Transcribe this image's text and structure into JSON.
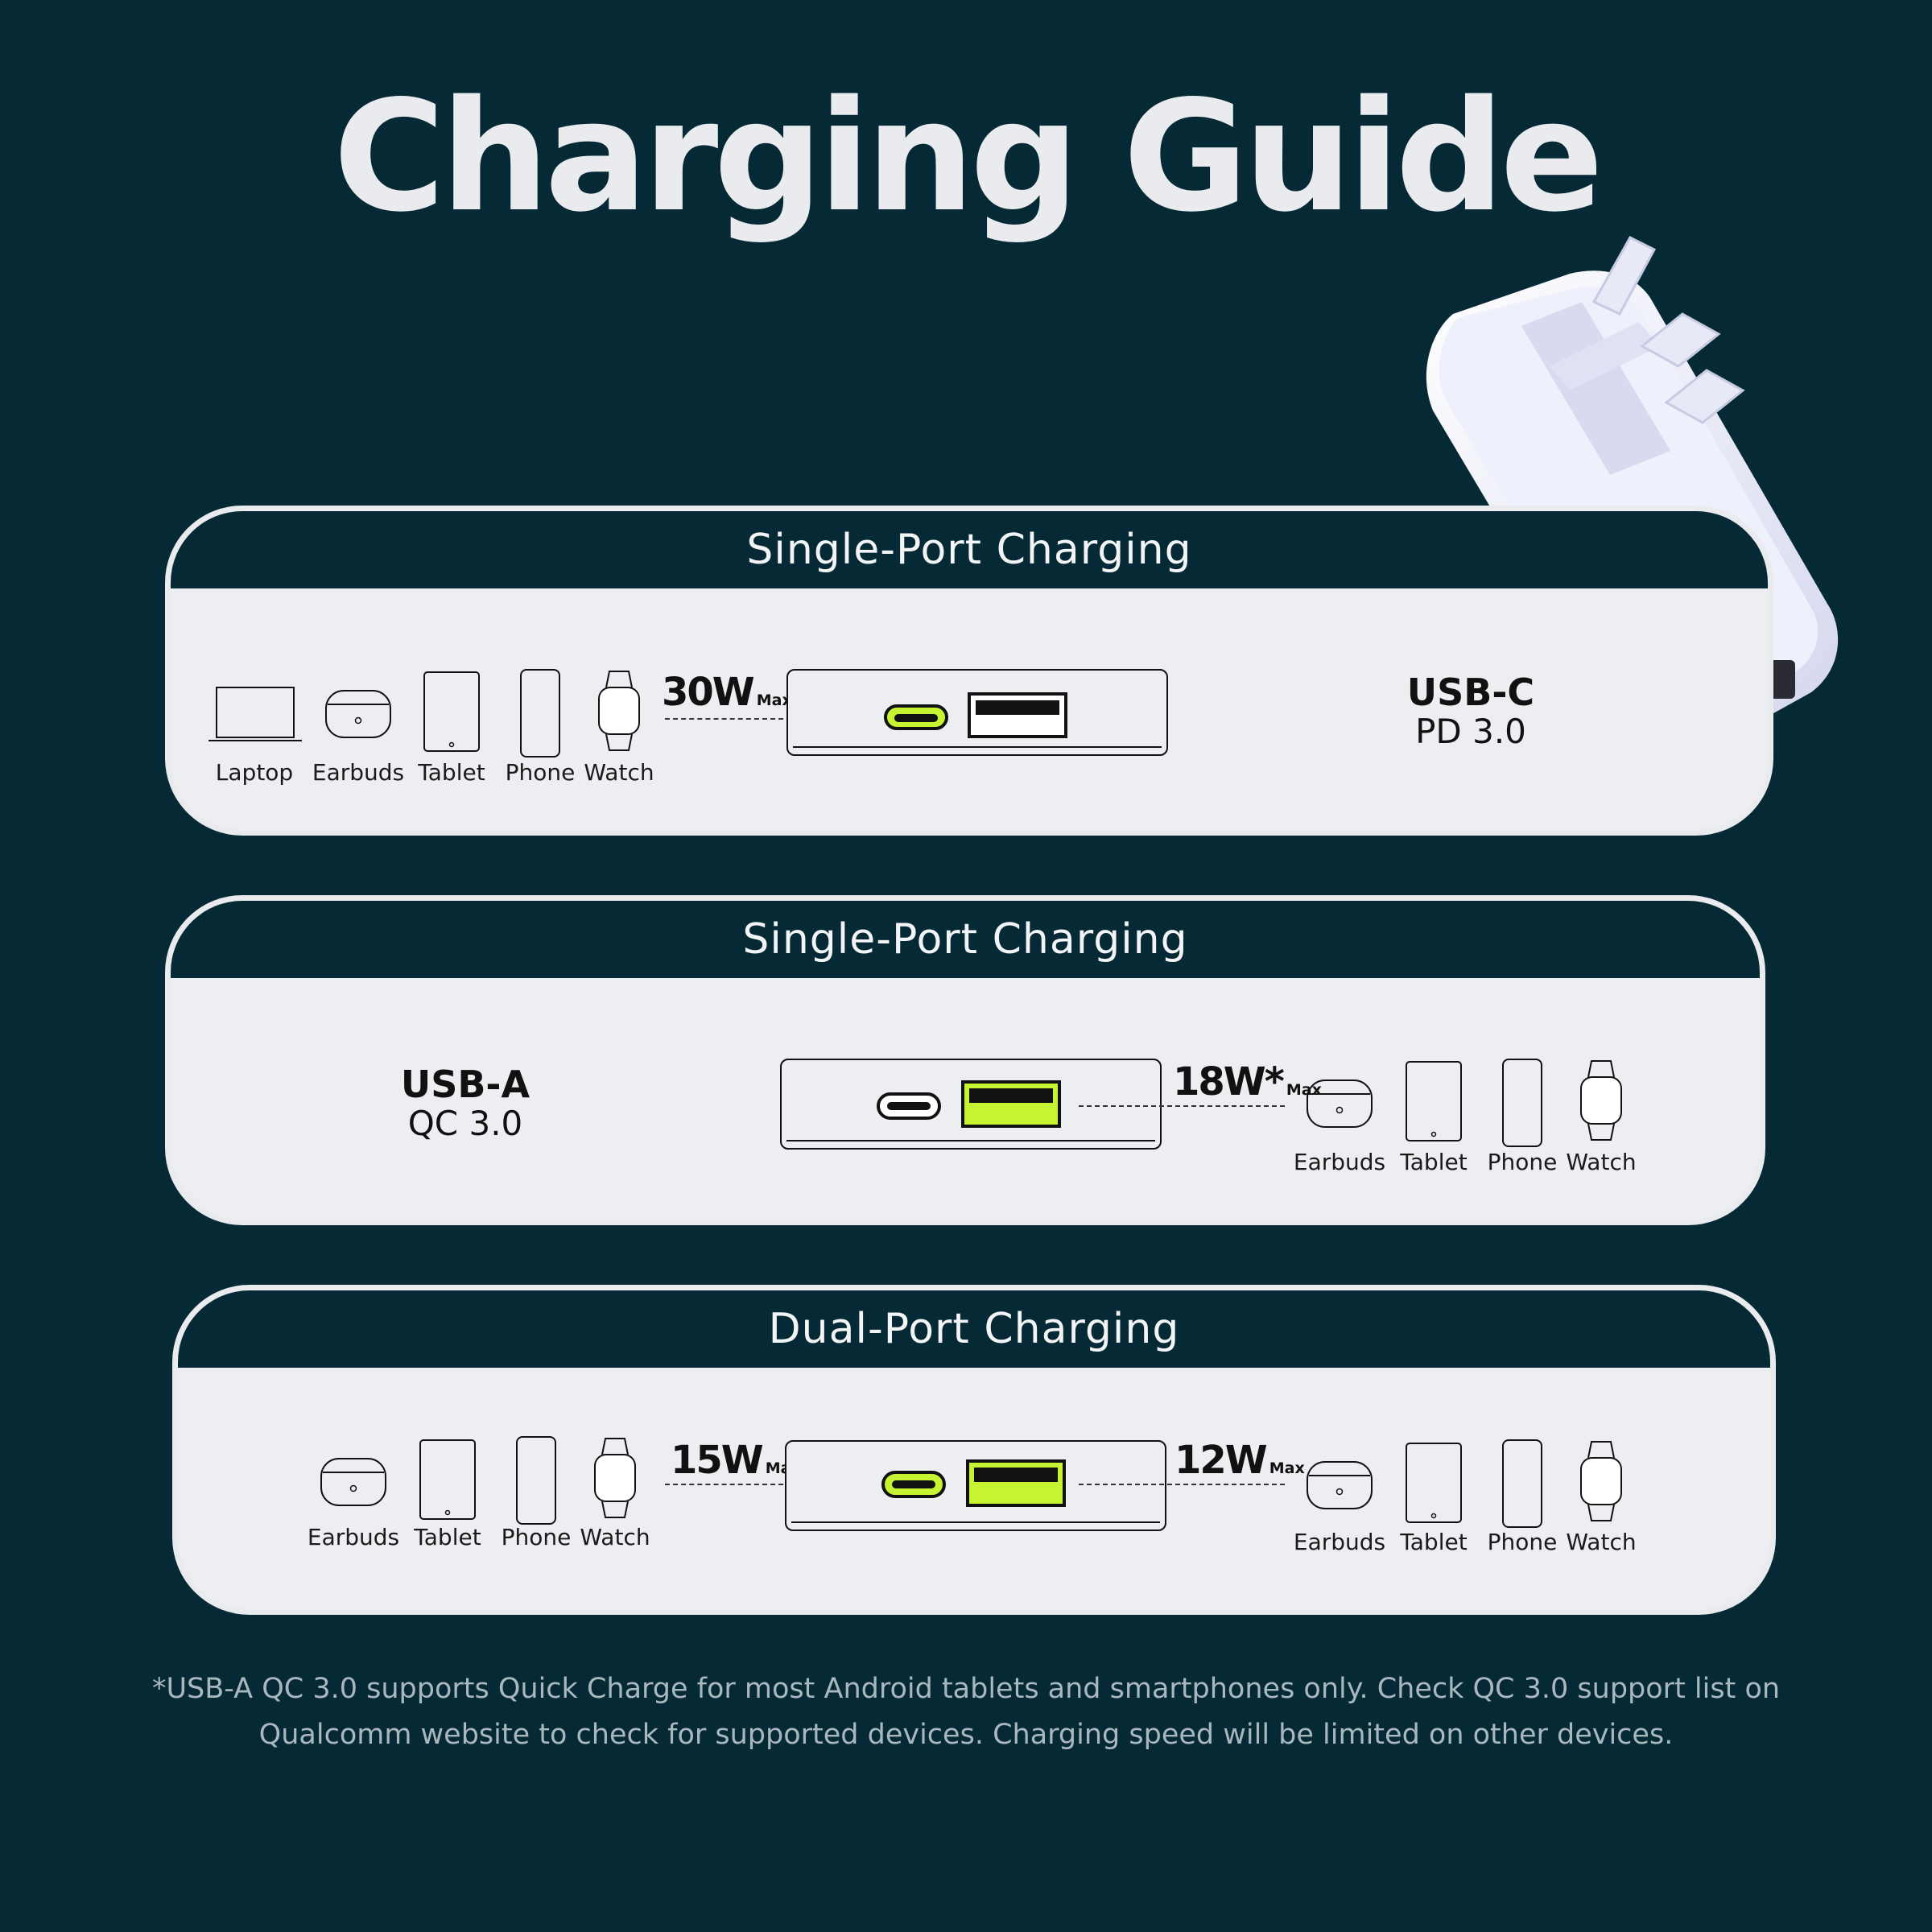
{
  "title": "Charging Guide",
  "colors": {
    "background": "#052a35",
    "panel": "#eceef1",
    "active_port": "#c6f432"
  },
  "panels": [
    {
      "header": "Single-Port Charging",
      "port": {
        "name": "USB-C",
        "spec": "PD 3.0"
      },
      "devices_left": [
        "Laptop",
        "Earbuds",
        "Tablet",
        "Phone",
        "Watch"
      ],
      "watt_left": {
        "value": "30W",
        "unit": "Max"
      },
      "active": "usb-c"
    },
    {
      "header": "Single-Port Charging",
      "port": {
        "name": "USB-A",
        "spec": "QC 3.0"
      },
      "devices_right": [
        "Earbuds",
        "Tablet",
        "Phone",
        "Watch"
      ],
      "watt_right": {
        "value": "18W*",
        "unit": "Max"
      },
      "active": "usb-a"
    },
    {
      "header": "Dual-Port Charging",
      "devices_left": [
        "Earbuds",
        "Tablet",
        "Phone",
        "Watch"
      ],
      "devices_right": [
        "Earbuds",
        "Tablet",
        "Phone",
        "Watch"
      ],
      "watt_left": {
        "value": "15W",
        "unit": "Max"
      },
      "watt_right": {
        "value": "12W",
        "unit": "Max"
      },
      "active": "both"
    }
  ],
  "footnote_lines": [
    "*USB-A QC 3.0 supports Quick Charge for most Android tablets and smartphones only. Check QC 3.0 support list on",
    "Qualcomm website to check for supported devices. Charging speed will be limited on other devices."
  ],
  "icons": [
    "laptop-icon",
    "earbuds-icon",
    "tablet-icon",
    "phone-icon",
    "watch-icon",
    "usb-c-port-icon",
    "usb-a-port-icon",
    "uk-plug-charger-image"
  ]
}
